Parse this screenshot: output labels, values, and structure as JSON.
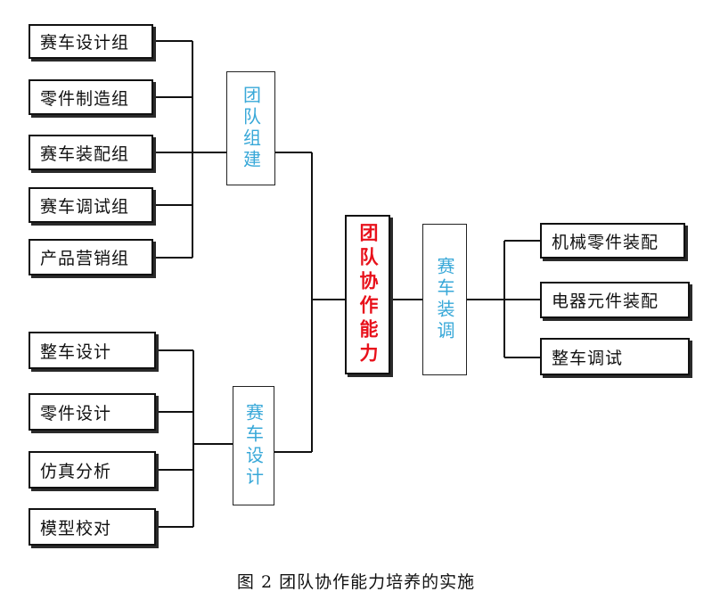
{
  "core": {
    "label": "团队协作能力"
  },
  "branches": {
    "team_building": {
      "label": "团队组建",
      "items": [
        "赛车设计组",
        "零件制造组",
        "赛车装配组",
        "赛车调试组",
        "产品营销组"
      ]
    },
    "car_design": {
      "label": "赛车设计",
      "items": [
        "整车设计",
        "零件设计",
        "仿真分析",
        "模型校对"
      ]
    },
    "car_assembly": {
      "label": "赛车装调",
      "items": [
        "机械零件装配",
        "电器元件装配",
        "整车调试"
      ]
    }
  },
  "caption": "图 2  团队协作能力培养的实施",
  "colors": {
    "core_text": "#e8111b",
    "branch_text": "#38a8d8",
    "lines": "#111111"
  }
}
